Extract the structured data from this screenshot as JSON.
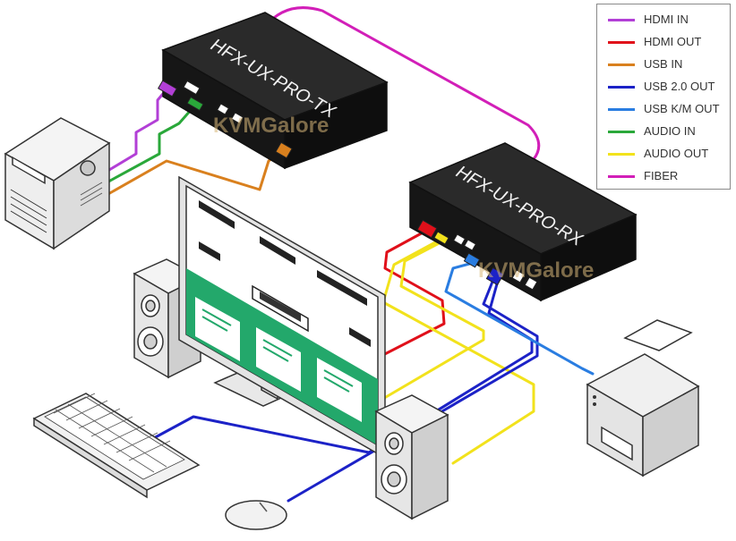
{
  "colors": {
    "hdmi_in": "#b23fd6",
    "hdmi_out": "#e0101a",
    "usb_in": "#d9801e",
    "usb20_out": "#1c22c7",
    "usb_km_out": "#2a7de1",
    "audio_in": "#2aa83a",
    "audio_out": "#f2e21c",
    "fiber": "#d21fb8",
    "device_body": "#1f1f1f",
    "screen_green": "#23a86b",
    "outline": "#333333"
  },
  "legend": {
    "items": [
      {
        "label": "HDMI IN",
        "color": "#b23fd6"
      },
      {
        "label": "HDMI OUT",
        "color": "#e0101a"
      },
      {
        "label": "USB IN",
        "color": "#d9801e"
      },
      {
        "label": "USB 2.0 OUT",
        "color": "#1c22c7"
      },
      {
        "label": "USB K/M OUT",
        "color": "#2a7de1"
      },
      {
        "label": "AUDIO IN",
        "color": "#2aa83a"
      },
      {
        "label": "AUDIO OUT",
        "color": "#f2e21c"
      },
      {
        "label": "FIBER",
        "color": "#d21fb8"
      }
    ]
  },
  "devices": {
    "transmitter_label": "HFX-UX-PRO-TX",
    "receiver_label": "HFX-UX-PRO-RX"
  },
  "watermark": {
    "text_a": "KVMGalore",
    "text_b": "KVMGalore"
  },
  "icons": [
    "computer-tower-icon",
    "speaker-icon",
    "monitor-icon",
    "keyboard-icon",
    "mouse-icon",
    "printer-icon"
  ]
}
